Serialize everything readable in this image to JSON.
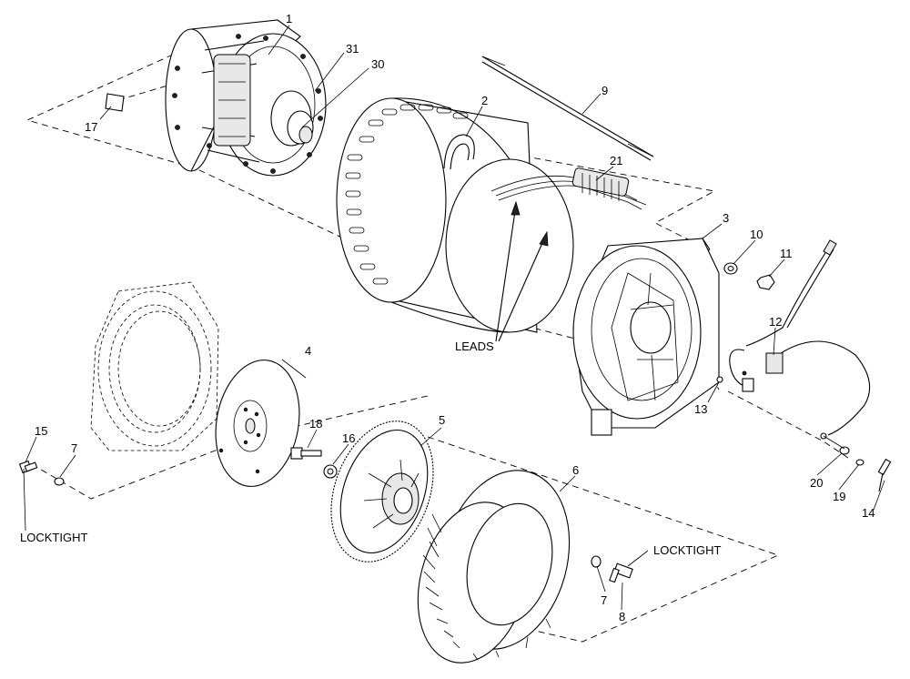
{
  "callouts": {
    "c1": "1",
    "c2": "2",
    "c3": "3",
    "c4": "4",
    "c5": "5",
    "c6": "6",
    "c7a": "7",
    "c7b": "7",
    "c8": "8",
    "c9": "9",
    "c10": "10",
    "c11": "11",
    "c12": "12",
    "c13": "13",
    "c14": "14",
    "c15": "15",
    "c16": "16",
    "c17": "17",
    "c18": "18",
    "c19": "19",
    "c20": "20",
    "c21": "21",
    "c30": "30",
    "c31": "31"
  },
  "annotations": {
    "leads": "LEADS",
    "locktight_left": "LOCKTIGHT",
    "locktight_right": "LOCKTIGHT"
  }
}
